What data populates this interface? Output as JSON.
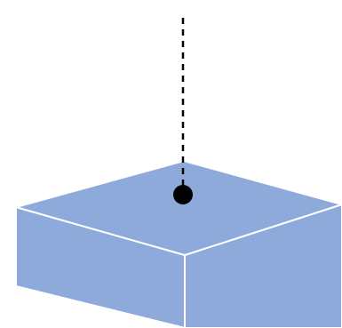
{
  "diagram": {
    "colors": {
      "background": "#ffffff",
      "box_fill": "#8eaadb",
      "box_edge": "#ffffff",
      "dashed_line": "#000000",
      "point": "#000000"
    },
    "elements": {
      "dashed_line": "dashed-vertical-line",
      "box": "3d-box",
      "point": "contact-point"
    }
  }
}
